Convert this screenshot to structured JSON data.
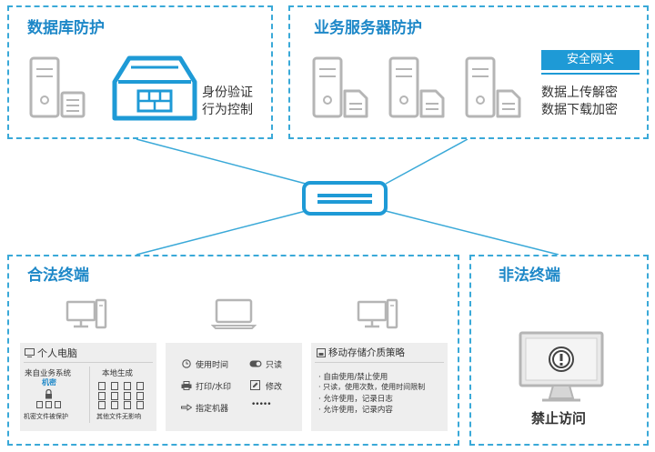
{
  "database_panel": {
    "title": "数据库防护",
    "features": [
      "身份验证",
      "行为控制"
    ]
  },
  "business_panel": {
    "title": "业务服务器防护",
    "gateway_label": "安全网关",
    "features": [
      "数据上传解密",
      "数据下载加密"
    ]
  },
  "legal_panel": {
    "title": "合法终端",
    "personal_pc_card": {
      "title": "个人电脑",
      "left_heading": "来自业务系统",
      "left_tag": "机密",
      "left_caption": "机密文件被保护",
      "right_heading": "本地生成",
      "right_caption": "其他文件无影响"
    },
    "controls_card": {
      "items": [
        "使用时间",
        "只读",
        "打印/水印",
        "修改",
        "指定机器",
        "•••••"
      ]
    },
    "storage_card": {
      "title": "移动存储介质策略",
      "rules": [
        "· 自由使用/禁止使用",
        "· 只读，使用次数，使用时间限制",
        "· 允许使用，记录日志",
        "· 允许使用，记录内容"
      ]
    }
  },
  "illegal_panel": {
    "title": "非法终端",
    "caption": "禁止访问"
  },
  "colors": {
    "accent": "#1e88c8",
    "line": "#3aa9d8",
    "icon_gray": "#b5b5b5",
    "card_bg": "#eeeeee"
  }
}
